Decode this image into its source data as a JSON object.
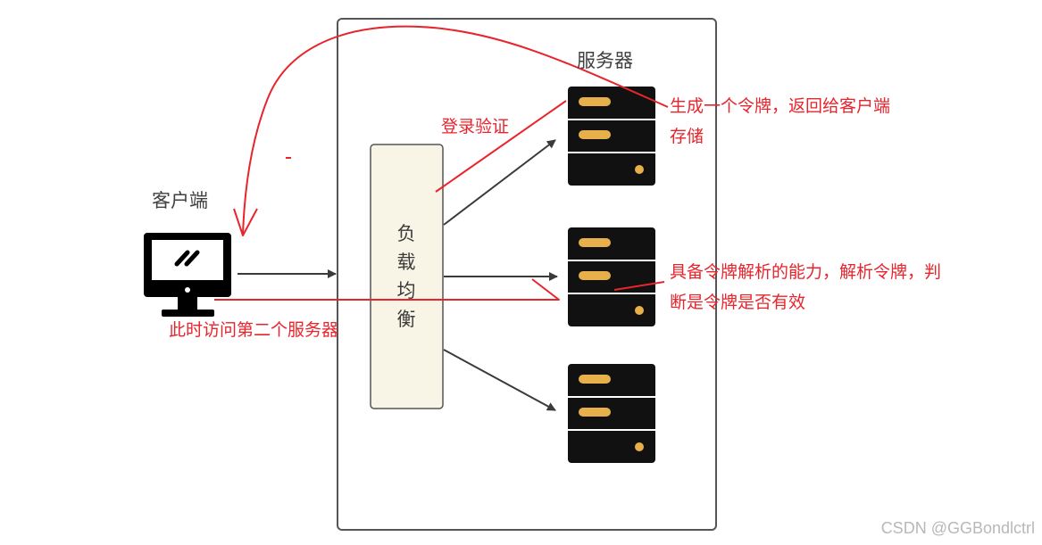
{
  "labels": {
    "server_group": "服务器",
    "client": "客户端",
    "load_balancer": [
      "负",
      "载",
      "均",
      "衡"
    ]
  },
  "annotations": {
    "login_verify": "登录验证",
    "generate_token_line1": "生成一个令牌，返回给客户端",
    "generate_token_line2": "存储",
    "parse_token_line1": "具备令牌解析的能力，解析令牌，判",
    "parse_token_line2": "断是令牌是否有效",
    "visit_second_server": "此时访问第二个服务器"
  },
  "watermark": "CSDN @GGBondlctrl",
  "colors": {
    "annotation_red": "#e8242c",
    "server_body": "#111111",
    "server_slot": "#e8b04a",
    "load_balancer_fill": "#f8f5e6",
    "arrow": "#3a3a3a"
  }
}
